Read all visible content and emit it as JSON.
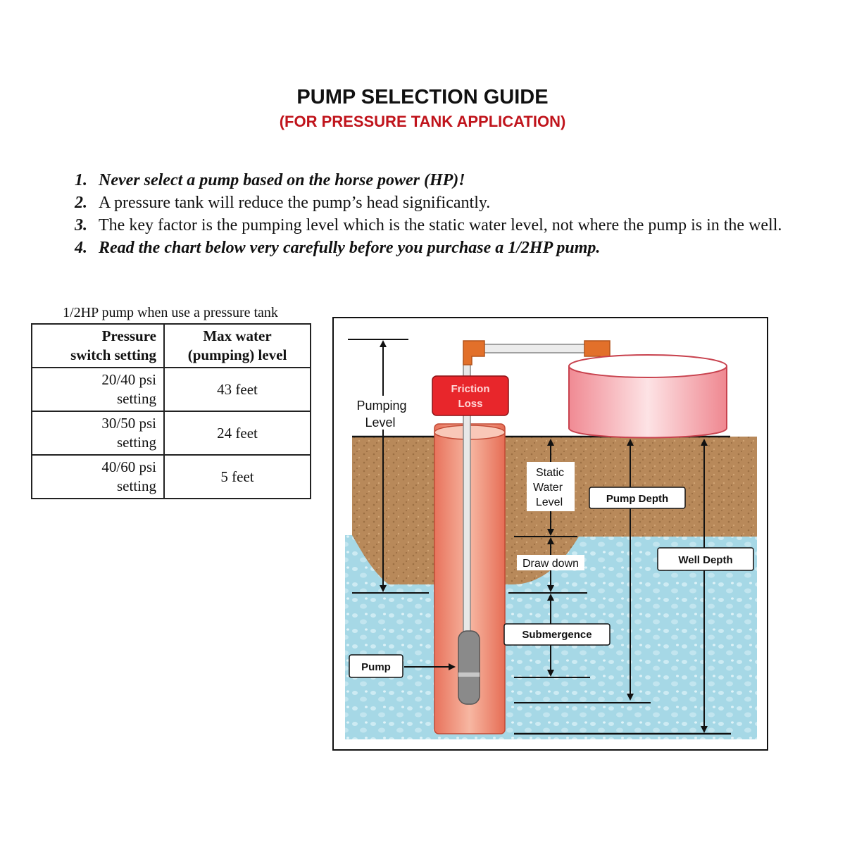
{
  "header": {
    "title": "PUMP SELECTION GUIDE",
    "subtitle": "(FOR PRESSURE TANK APPLICATION)"
  },
  "rules": [
    {
      "num": "1.",
      "text": "Never select a pump based on the horse power (HP)!"
    },
    {
      "num": "2.",
      "text": "A pressure tank will reduce the pump’s head significantly."
    },
    {
      "num": "3.",
      "text": "The key factor is the pumping level which is the static water level, not where the pump is in the well."
    },
    {
      "num": "4.",
      "text": "Read the chart below very carefully before you purchase a 1/2HP pump."
    }
  ],
  "table": {
    "caption": "1/2HP pump when use a pressure tank",
    "headers": {
      "col1_line1": "Pressure",
      "col1_line2": "switch setting",
      "col2_line1": "Max water",
      "col2_line2": "(pumping) level"
    },
    "rows": [
      {
        "setting": "20/40 psi",
        "unit": "setting",
        "level": "43 feet"
      },
      {
        "setting": "30/50 psi",
        "unit": "setting",
        "level": "24 feet"
      },
      {
        "setting": "40/60 psi",
        "unit": "setting",
        "level": "5 feet"
      }
    ]
  },
  "diagram": {
    "friction_loss_line1": "Friction",
    "friction_loss_line2": "Loss",
    "pumping_level_line1": "Pumping",
    "pumping_level_line2": "Level",
    "static_water_line1": "Static",
    "static_water_line2": "Water",
    "static_water_line3": "Level",
    "pump_depth": "Pump Depth",
    "draw_down": "Draw down",
    "well_depth": "Well Depth",
    "submergence": "Submergence",
    "pump": "Pump"
  },
  "colors": {
    "title_red": "#c0141c",
    "soil": "#b8895a",
    "water": "#a6d8e6",
    "friction_box": "#e8262b",
    "pipe_orange": "#e2702a",
    "tank_pink": "#f4a3aa"
  }
}
